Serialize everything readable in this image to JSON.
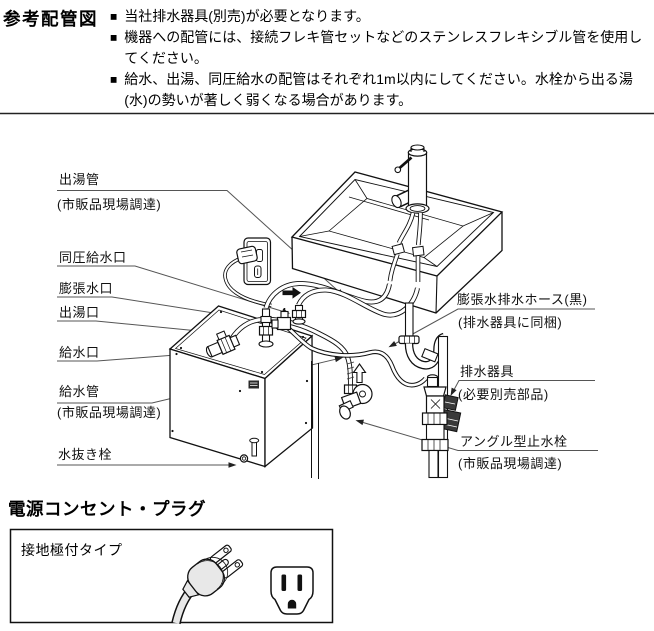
{
  "page": {
    "title": "参考配管図"
  },
  "notes": [
    {
      "marker": "■",
      "text": "当社排水器具(別売)が必要となります。"
    },
    {
      "marker": "■",
      "text": "機器への配管には、接続フレキ管セットなどのステンレスフレキシブル管を使用し\nてください。"
    },
    {
      "marker": "■",
      "text": "給水、出湯、同圧給水の配管はそれぞれ1m以内にしてください。水栓から出る湯\n(水)の勢いが著しく弱くなる場合があります。"
    }
  ],
  "diagram": {
    "labels": {
      "hot_water_pipe": {
        "line1": "出湯管",
        "line2": "(市販品現場調達)"
      },
      "equal_pressure_inlet": "同圧給水口",
      "expansion_outlet": "膨張水口",
      "hot_water_outlet": "出湯口",
      "water_inlet": "給水口",
      "supply_pipe": {
        "line1": "給水管",
        "line2": "(市販品現場調達)"
      },
      "drain_plug": "水抜き栓",
      "expansion_drain_hose": {
        "line1": "膨張水排水ホース(黒)",
        "line2": "(排水器具に同梱)"
      },
      "drain_fitting": {
        "line1": "排水器具",
        "line2": "(必要別売部品)"
      },
      "angle_stop_valve": {
        "line1": "アングル型止水栓",
        "line2": "(市販品現場調達)"
      }
    }
  },
  "power_section": {
    "heading": "電源コンセント・プラグ",
    "plug_type": "接地極付タイプ"
  },
  "colors": {
    "line": "#111111",
    "leader": "#555555",
    "plug_fill": "#e8e8e8"
  }
}
